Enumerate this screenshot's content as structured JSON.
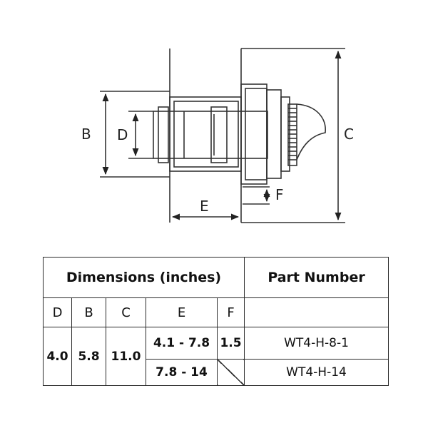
{
  "drawing_labels": {
    "b": "B",
    "d": "D",
    "c": "C",
    "e": "E",
    "f": "F"
  },
  "table": {
    "group_header": "Dimensions (inches)",
    "part_header": "Part Number",
    "columns": [
      "D",
      "B",
      "C",
      "E",
      "F"
    ],
    "shared": {
      "d": "4.0",
      "b": "5.8",
      "c": "11.0"
    },
    "rows": [
      {
        "e": "4.1 - 7.8",
        "f": "1.5",
        "part": "WT4-H-8-1"
      },
      {
        "e": "7.8 - 14",
        "f": "",
        "part": "WT4-H-14"
      }
    ]
  }
}
